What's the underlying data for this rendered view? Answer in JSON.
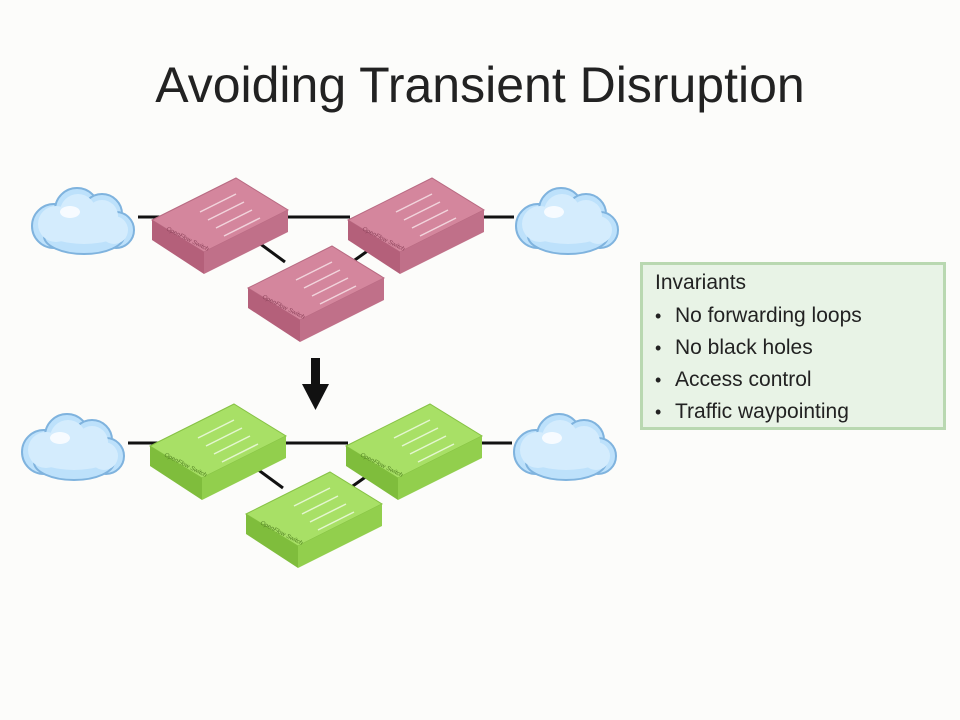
{
  "slide": {
    "title": "Avoiding Transient Disruption"
  },
  "diagram": {
    "switch_label": "OpenFlow Switch",
    "top_network_color": "#cf7b95",
    "bottom_network_color": "#a4dc60",
    "cloud_color": "#bfe2fb",
    "arrow_icon": "down-arrow-icon"
  },
  "invariants": {
    "title": "Invariants",
    "items": [
      "No forwarding loops",
      "No black holes",
      "Access control",
      "Traffic waypointing"
    ]
  }
}
